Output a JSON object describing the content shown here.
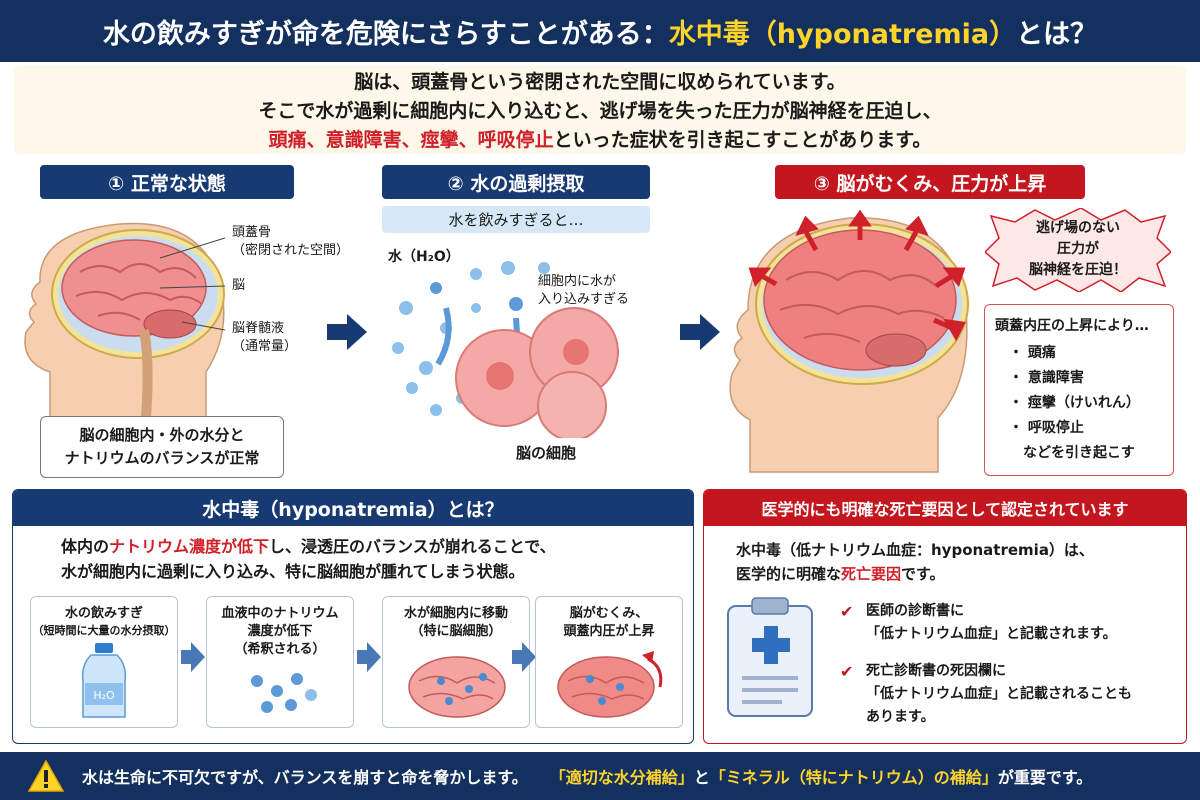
{
  "title": {
    "prefix": "水の飲みすぎが命を危険にさらすことがある：",
    "highlight": "水中毒（hyponatremia）",
    "suffix": "とは？"
  },
  "intro": {
    "line1": "脳は、頭蓋骨という密閉された空間に収められています。",
    "line2": "そこで水が過剰に細胞内に入り込むと、逃げ場を失った圧力が脳神経を圧迫し、",
    "line3_red": "頭痛、意識障害、痙攣、呼吸停止",
    "line3_rest": "といった症状を引き起こすことがあります。"
  },
  "step1": {
    "title": "① 正常な状態",
    "label_skull": "頭蓋骨",
    "label_skull_sub": "（密閉された空間）",
    "label_brain": "脳",
    "label_csf": "脳脊髄液",
    "label_csf_sub": "（通常量）",
    "caption1": "脳の細胞内・外の水分と",
    "caption2": "ナトリウムのバランスが正常"
  },
  "step2": {
    "title": "② 水の過剰摂取",
    "tag": "水を飲みすぎると…",
    "label_water": "水（H₂O）",
    "label_inflow1": "細胞内に水が",
    "label_inflow2": "入り込みすぎる",
    "label_cell": "脳の細胞"
  },
  "step3": {
    "title": "③ 脳がむくみ、圧力が上昇",
    "burst1": "逃げ場のない",
    "burst2": "圧力が",
    "burst3": "脳神経を圧迫！",
    "effects_head": "頭蓋内圧の上昇により…",
    "effects": [
      "・ 頭痛",
      "・ 意識障害",
      "・ 痙攣（けいれん）",
      "・ 呼吸停止"
    ],
    "effects_tail": "などを引き起こす"
  },
  "panel_left": {
    "title": "水中毒（hyponatremia）とは？",
    "d1_pre": "体内の",
    "d1_red": "ナトリウム濃度が低下",
    "d1_post": "し、浸透圧のバランスが崩れることで、",
    "d2": "水が細胞内に過剰に入り込み、特に脳細胞が腫れてしまう状態。",
    "boxes": [
      {
        "t1": "水の飲みすぎ",
        "t2": "（短時間に大量の水分摂取）"
      },
      {
        "t1": "血液中のナトリウム",
        "t2": "濃度が低下",
        "t3": "（希釈される）"
      },
      {
        "t1": "水が細胞内に移動",
        "t2": "（特に脳細胞）"
      },
      {
        "t1": "脳がむくみ、",
        "t2": "頭蓋内圧が上昇"
      }
    ],
    "bottle_label": "H₂O"
  },
  "panel_right": {
    "title": "医学的にも明確な死亡要因として認定されています",
    "d1": "水中毒（低ナトリウム血症：hyponatremia）は、",
    "d2_pre": "医学的に明確な",
    "d2_red": "死亡要因",
    "d2_post": "です。",
    "check1_l1": "医師の診断書に",
    "check1_l2": "「低ナトリウム血症」と記載されます。",
    "check2_l1": "死亡診断書の死因欄に",
    "check2_l2": "「低ナトリウム血症」と記載されることも",
    "check2_l3": "あります。",
    "check_mark": "✔"
  },
  "footer": {
    "text": "水は生命に不可欠ですが、バランスを崩すと命を脅かします。",
    "hl1": "「適切な水分補給」",
    "mid": "と",
    "hl2": "「ミネラル（特にナトリウム）の補給」",
    "end": "が重要です。"
  },
  "colors": {
    "navy": "#183a73",
    "crimson": "#c4161e",
    "yellow": "#ffd42a"
  }
}
